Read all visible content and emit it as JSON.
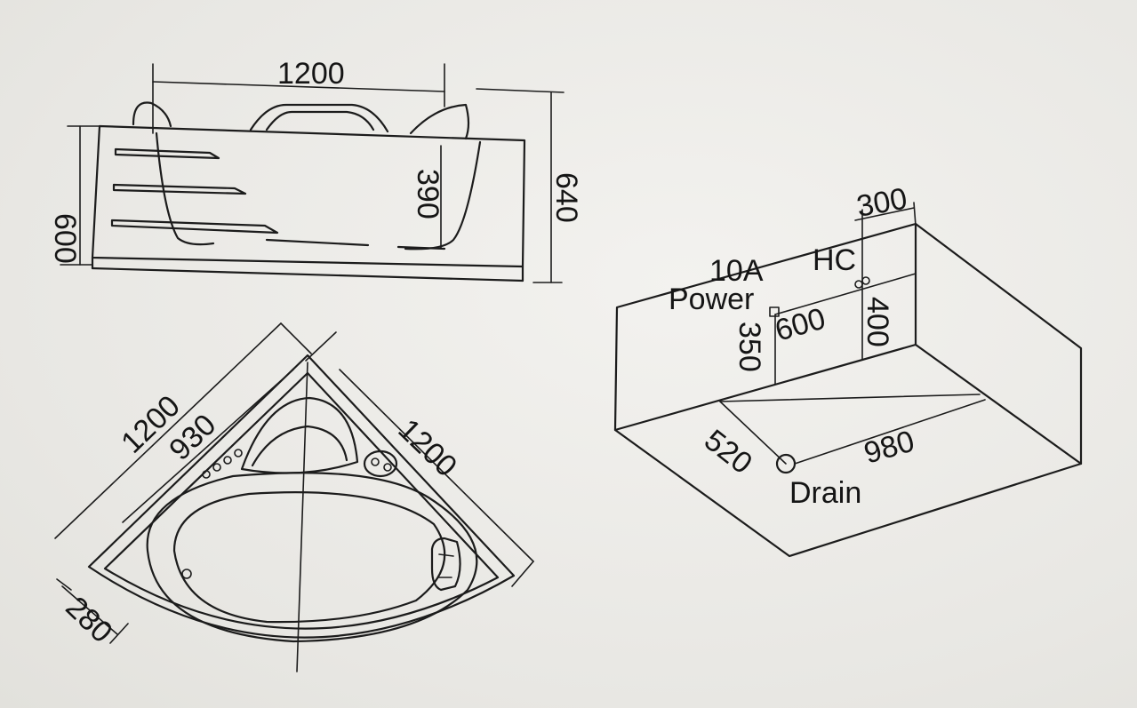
{
  "side_view": {
    "length": "1200",
    "height_left": "600",
    "inner_depth": "390",
    "overall_height": "640"
  },
  "top_view": {
    "side_a": "1200",
    "side_b": "1200",
    "inner": "930",
    "skirt": "280"
  },
  "install_view": {
    "hc_offset": "300",
    "current": "10A",
    "power_label": "Power",
    "hc_label": "HC",
    "power_height": "350",
    "hc_span": "600",
    "hc_height": "400",
    "drain_x": "520",
    "drain_y": "980",
    "drain_label": "Drain"
  }
}
